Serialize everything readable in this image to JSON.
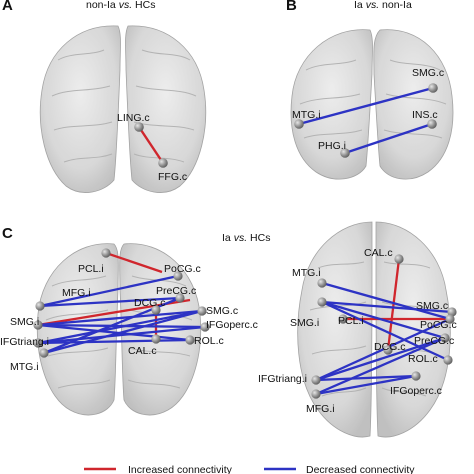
{
  "figure": {
    "panels": {
      "A": {
        "letter": "A",
        "title_main": "non-Ia ",
        "title_it": "vs.",
        "title_end": " HCs"
      },
      "B": {
        "letter": "B",
        "title_main": "Ia ",
        "title_it": "vs.",
        "title_end": " non-Ia"
      },
      "C": {
        "letter": "C",
        "title_main": "Ia ",
        "title_it": "vs.",
        "title_end": " HCs"
      }
    },
    "labels": {
      "LING_c": "LING.c",
      "FFG_c": "FFG.c",
      "SMG_c": "SMG.c",
      "MTG_i": "MTG.i",
      "INS_c": "INS.c",
      "PHG_i": "PHG.i",
      "PCL_i": "PCL.i",
      "PoCG_c": "PoCG.c",
      "MFG_i": "MFG.i",
      "PreCG_c": "PreCG.c",
      "DCG_c": "DCG.c",
      "SMG_i": "SMG.i",
      "IFGoperc_c": "IFGoperc.c",
      "IFGtriang_i": "IFGtriang.i",
      "ROL_c": "ROL.c",
      "CAL_c": "CAL.c"
    },
    "legend": {
      "increased": "Increased connectivity",
      "decreased": "Decreased connectivity"
    },
    "colors": {
      "increased": "#d0262d",
      "decreased": "#2d33c4",
      "node": "#8a8a8a",
      "brain": "#d3d3d3",
      "brain_edge": "#9e9e9e"
    }
  }
}
